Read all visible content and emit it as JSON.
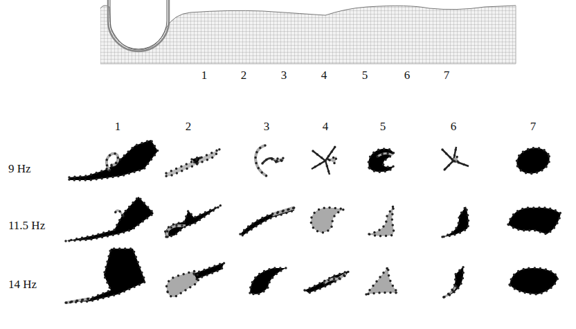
{
  "diagram": {
    "labels": [
      "1",
      "2",
      "3",
      "4",
      "5",
      "6",
      "7",
      "1",
      "2",
      "3",
      "4",
      "5",
      "6",
      "7",
      "9 Hz",
      "11.5 Hz",
      "14 Hz"
    ]
  }
}
